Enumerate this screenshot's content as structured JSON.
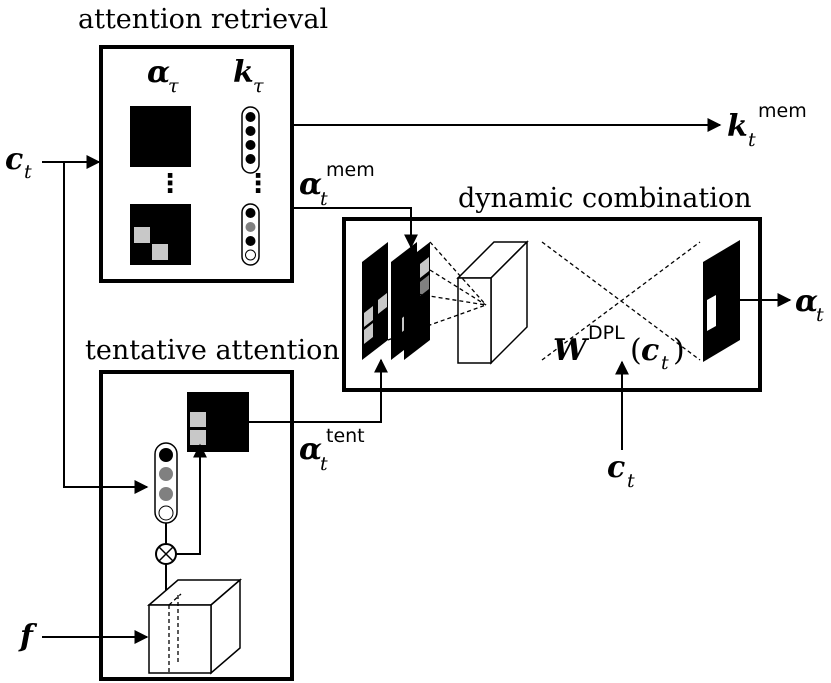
{
  "titles": {
    "attention_retrieval": "attention retrieval",
    "dynamic_combination": "dynamic combination",
    "tentative_attention": "tentative attention"
  },
  "symbols": {
    "alpha": "α",
    "k": "k",
    "c": "c",
    "f": "f",
    "W": "W"
  },
  "subscripts": {
    "tau": "τ",
    "t": "t"
  },
  "superscripts": {
    "mem": "mem",
    "tent": "tent",
    "dpl": "DPL"
  },
  "colors": {
    "ink": "#000000",
    "light_gray": "#c8c8c8",
    "mid_gray": "#808080",
    "white": "#ffffff"
  },
  "vertical_ellipsis": "⋮"
}
